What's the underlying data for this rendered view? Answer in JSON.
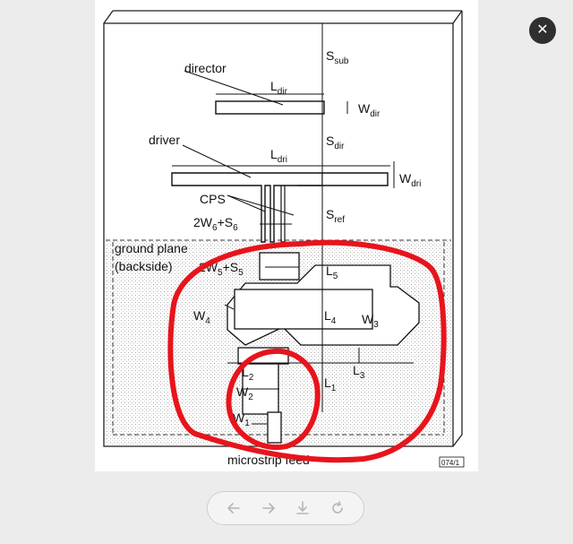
{
  "viewer": {
    "close_icon": "close-icon",
    "toolbar": {
      "prev_icon": "arrow-left-icon",
      "next_icon": "arrow-right-icon",
      "download_icon": "download-icon",
      "rotate_icon": "rotate-icon"
    }
  },
  "figure": {
    "labels": {
      "director": "director",
      "driver": "driver",
      "cps": "CPS",
      "ground_plane_line1": "ground plane",
      "ground_plane_line2": "(backside)",
      "microstrip_feed": "microstrip feed",
      "figure_id": "074/1"
    },
    "dims": {
      "s_sub": {
        "main": "S",
        "sub": "sub"
      },
      "l_dir": {
        "main": "L",
        "sub": "dir"
      },
      "w_dir": {
        "main": "W",
        "sub": "dir"
      },
      "s_dir": {
        "main": "S",
        "sub": "dir"
      },
      "l_dri": {
        "main": "L",
        "sub": "dri"
      },
      "w_dri": {
        "main": "W",
        "sub": "dri"
      },
      "two_w6_s6": {
        "a": "2W",
        "a_sub": "6",
        "b": "+S",
        "b_sub": "6"
      },
      "s_ref": {
        "main": "S",
        "sub": "ref"
      },
      "two_w5_s5": {
        "a": "2W",
        "a_sub": "5",
        "b": "+S",
        "b_sub": "5"
      },
      "l5": {
        "main": "L",
        "sub": "5"
      },
      "w4": {
        "main": "W",
        "sub": "4"
      },
      "l4": {
        "main": "L",
        "sub": "4"
      },
      "w3": {
        "main": "W",
        "sub": "3"
      },
      "l2": {
        "main": "L",
        "sub": "2"
      },
      "l3": {
        "main": "L",
        "sub": "3"
      },
      "w2": {
        "main": "W",
        "sub": "2"
      },
      "l1": {
        "main": "L",
        "sub": "1"
      },
      "w1": {
        "main": "W",
        "sub": "1"
      }
    },
    "annotation_color": "#e8141c"
  }
}
